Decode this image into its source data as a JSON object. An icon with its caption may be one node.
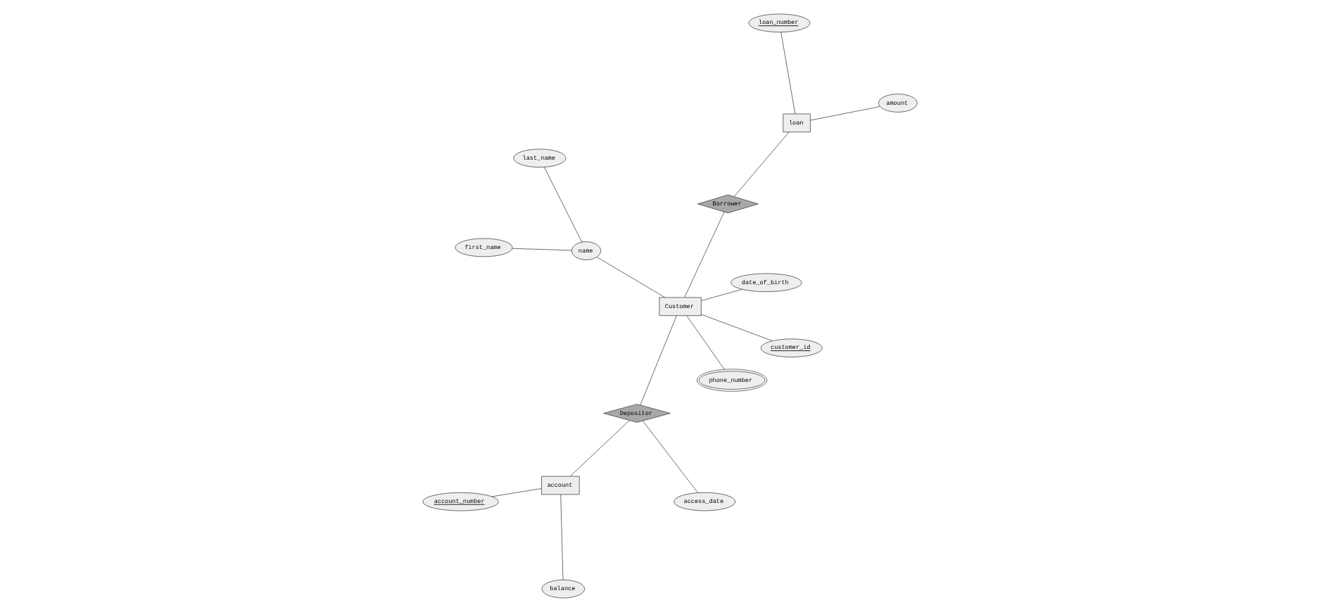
{
  "diagram": {
    "nodes": [
      {
        "text": [
          "first_name"
        ]
      },
      {
        "text": [
          "last_name"
        ]
      },
      {
        "text": [
          "access_date"
        ]
      },
      {
        "text": [
          "account_number"
        ]
      },
      {
        "text": [
          "customer_id"
        ]
      },
      {
        "text": [
          "name"
        ]
      },
      {
        "text": [
          "account"
        ]
      },
      {
        "text": [
          "balance"
        ]
      },
      {
        "text": [
          "Depositor"
        ]
      },
      {
        "text": [
          "phone_number"
        ]
      },
      {
        "text": [
          "Customer"
        ]
      },
      {
        "text": [
          "loan_number"
        ]
      },
      {
        "text": [
          "amount"
        ]
      },
      {
        "text": [
          "date_of_birth"
        ]
      },
      {
        "text": [
          "Borrower"
        ]
      },
      {
        "text": [
          "loan"
        ]
      }
    ],
    "edges": [
      {
        "from": 0,
        "to": 5,
        "arrow": "none"
      },
      {
        "from": 1,
        "to": 5,
        "arrow": "none"
      },
      {
        "from": 5,
        "to": 10,
        "arrow": "none"
      },
      {
        "from": 4,
        "to": 10,
        "arrow": "none"
      },
      {
        "from": 9,
        "to": 10,
        "arrow": "none"
      },
      {
        "from": 13,
        "to": 10,
        "arrow": "none"
      },
      {
        "from": 10,
        "to": 8,
        "arrow": "none"
      },
      {
        "from": 8,
        "to": 2,
        "arrow": "none"
      },
      {
        "from": 8,
        "to": 6,
        "arrow": "none"
      },
      {
        "from": 6,
        "to": 3,
        "arrow": "none"
      },
      {
        "from": 6,
        "to": 7,
        "arrow": "none"
      },
      {
        "from": 10,
        "to": 14,
        "arrow": "none"
      },
      {
        "from": 14,
        "to": 15,
        "arrow": "none"
      },
      {
        "from": 15,
        "to": 11,
        "arrow": "none"
      },
      {
        "from": 15,
        "to": 12,
        "arrow": "none"
      }
    ]
  }
}
